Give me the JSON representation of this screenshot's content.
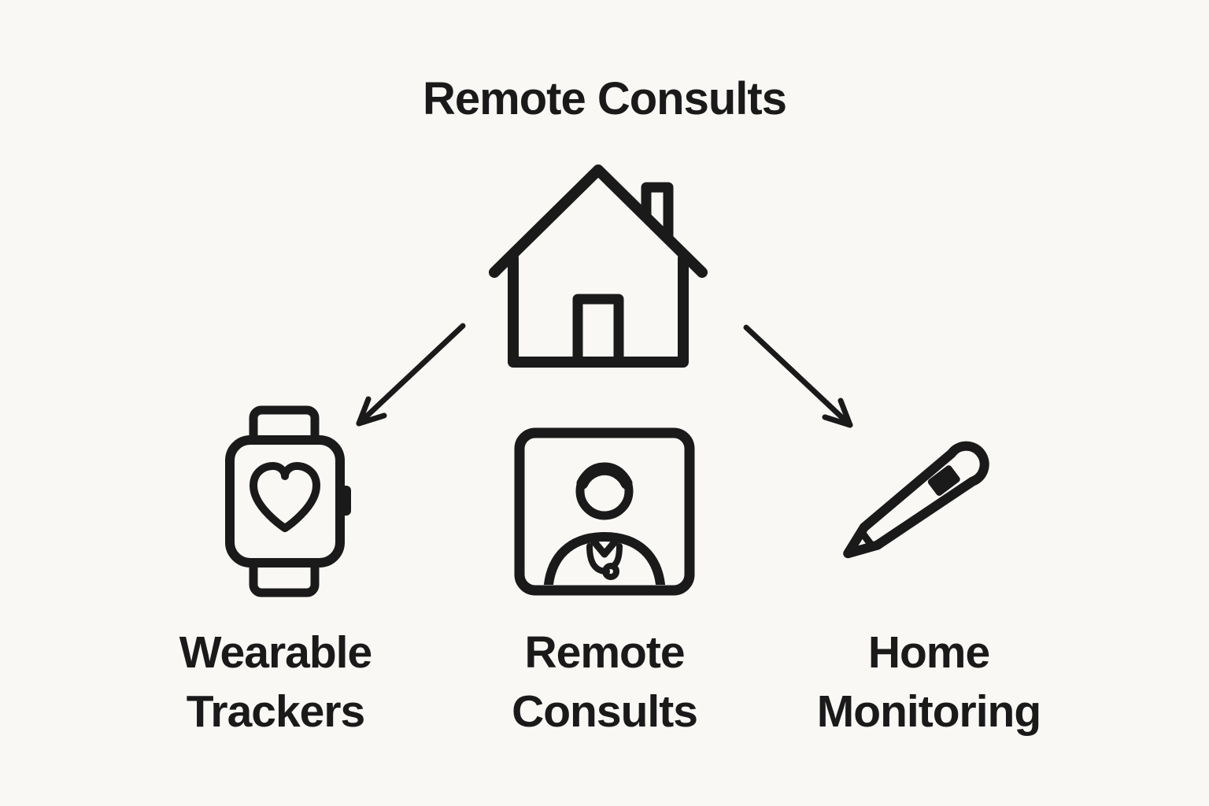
{
  "title": "Remote Consults",
  "colors": {
    "background": "#f9f8f5",
    "ink": "#1a1a1a"
  },
  "diagram": {
    "hub": {
      "icon": "house-icon",
      "label": "Remote Consults"
    },
    "connections": [
      {
        "from": "hub",
        "to": "wearable-trackers",
        "style": "arrow-down-left"
      },
      {
        "from": "hub",
        "to": "home-monitoring",
        "style": "arrow-down-right"
      }
    ],
    "nodes": {
      "left": {
        "icon": "smartwatch-heart-icon",
        "label_line1": "Wearable",
        "label_line2": "Trackers"
      },
      "center": {
        "icon": "video-doctor-icon",
        "label_line1": "Remote",
        "label_line2": "Consults"
      },
      "right": {
        "icon": "thermometer-icon",
        "label_line1": "Home",
        "label_line2": "Monitoring"
      }
    }
  }
}
